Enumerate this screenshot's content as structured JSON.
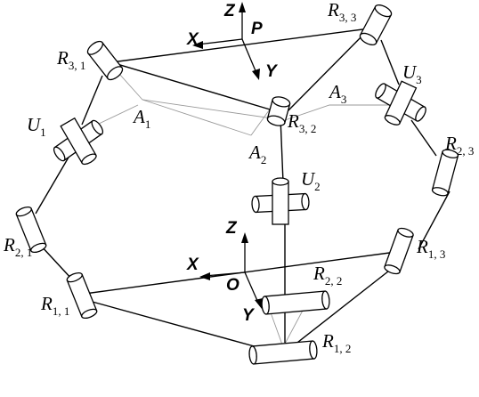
{
  "labels": {
    "Z_top": "Z",
    "P": "P",
    "X_top": "X",
    "Y_top": "Y",
    "Z_bot": "Z",
    "O": "O",
    "X_bot": "X",
    "Y_bot": "Y",
    "R31": {
      "main": "R",
      "sub": "3, 1"
    },
    "R33": {
      "main": "R",
      "sub": "3, 3"
    },
    "R32": {
      "main": "R",
      "sub": "3, 2"
    },
    "U1": {
      "main": "U",
      "sub": "1"
    },
    "U2": {
      "main": "U",
      "sub": "2"
    },
    "U3": {
      "main": "U",
      "sub": "3"
    },
    "A1": {
      "main": "A",
      "sub": "1"
    },
    "A2": {
      "main": "A",
      "sub": "2"
    },
    "A3": {
      "main": "A",
      "sub": "3"
    },
    "R21": {
      "main": "R",
      "sub": "2, 1"
    },
    "R22": {
      "main": "R",
      "sub": "2, 2"
    },
    "R23": {
      "main": "R",
      "sub": "2, 3"
    },
    "R11": {
      "main": "R",
      "sub": "1, 1"
    },
    "R12": {
      "main": "R",
      "sub": "1, 2"
    },
    "R13": {
      "main": "R",
      "sub": "1, 3"
    }
  }
}
